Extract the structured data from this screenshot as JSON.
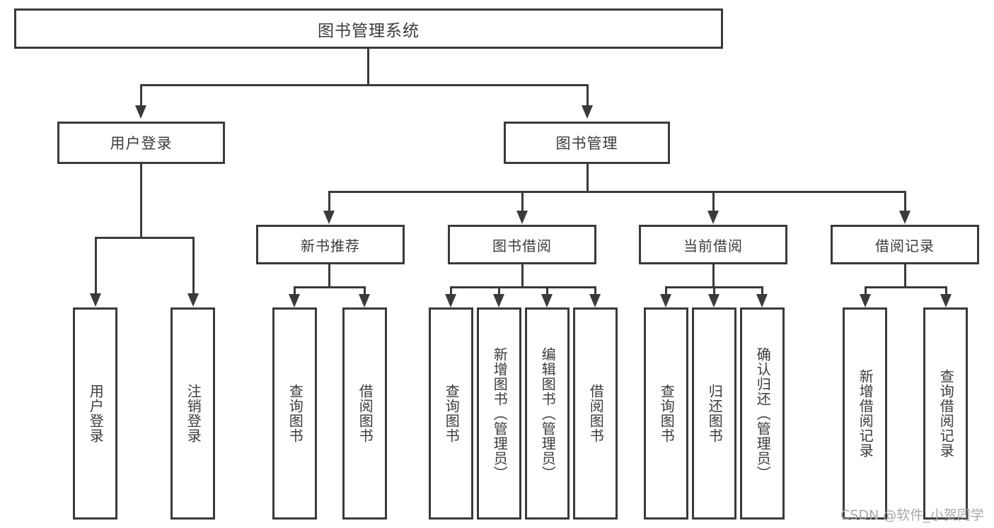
{
  "diagram": {
    "title": "图书管理系统",
    "watermark": "CSDN @软件_小贺同学",
    "style": {
      "border_color": "#3a3a3a",
      "text_color": "#3b3b3b",
      "background": "#ffffff",
      "watermark_color": "#a8a8a8"
    }
  },
  "root": {
    "label": "图书管理系统"
  },
  "level2": [
    {
      "label": "用户登录"
    },
    {
      "label": "图书管理"
    }
  ],
  "level3": [
    {
      "label": "新书推荐"
    },
    {
      "label": "图书借阅"
    },
    {
      "label": "当前借阅"
    },
    {
      "label": "借阅记录"
    }
  ],
  "leaves": {
    "user_login": [
      {
        "label": "用户登录"
      },
      {
        "label": "注销登录"
      }
    ],
    "new_book": [
      {
        "label": "查询图书"
      },
      {
        "label": "借阅图书"
      }
    ],
    "borrow_book": [
      {
        "label": "查询图书"
      },
      {
        "label": "新增图书（管理员）"
      },
      {
        "label": "编辑图书（管理员）"
      },
      {
        "label": "借阅图书"
      }
    ],
    "current_borrow": [
      {
        "label": "查询图书"
      },
      {
        "label": "归还图书"
      },
      {
        "label": "确认归还（管理员）"
      }
    ],
    "borrow_record": [
      {
        "label": "新增借阅记录"
      },
      {
        "label": "查询借阅记录"
      }
    ]
  }
}
